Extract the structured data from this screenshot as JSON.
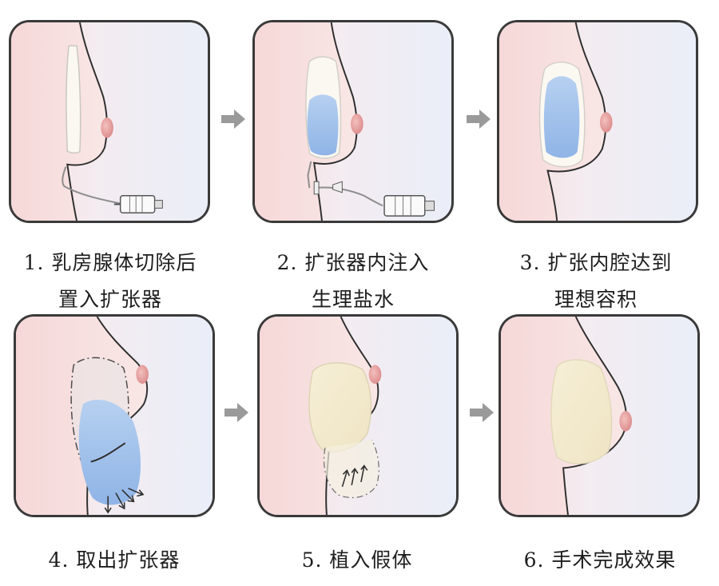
{
  "colors": {
    "skin": "#f5dcdc",
    "background": "#eff0f8",
    "expander": "#a9c7ec",
    "implant": "#f7eed2",
    "nipple": "#e7a4a4",
    "outline": "#2e2e2e",
    "arrow": "#9a9a9a"
  },
  "steps": [
    {
      "number": "1.",
      "line1": "乳房腺体切除后",
      "line2": "置入扩张器"
    },
    {
      "number": "2.",
      "line1": "扩张器内注入",
      "line2": "生理盐水"
    },
    {
      "number": "3.",
      "line1": "扩张内腔达到",
      "line2": "理想容积"
    },
    {
      "number": "4.",
      "line1": "取出扩张器",
      "line2": ""
    },
    {
      "number": "5.",
      "line1": "植入假体",
      "line2": ""
    },
    {
      "number": "6.",
      "line1": "手术完成效果",
      "line2": ""
    }
  ]
}
